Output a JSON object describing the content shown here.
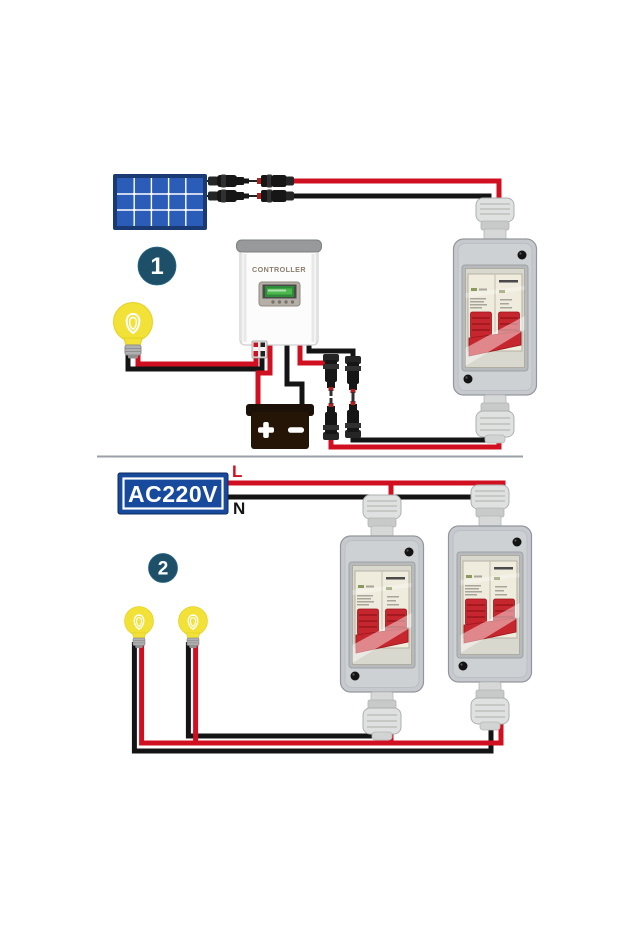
{
  "colors": {
    "wire-red": "#d01020",
    "wire-black": "#141414",
    "panel-blue": "#2a5cb8",
    "panel-frame": "#1a3a74",
    "badge": "#1d5068",
    "badge-text": "#ffffff",
    "ac-box": "#17499c",
    "ac-box-text": "#ffffff",
    "bulb": "#f2e136",
    "battery": "#241507",
    "breaker-handle": "#c6262d",
    "enclosure": "#c6c9cd",
    "divider": "#9ba0a6"
  },
  "section1": {
    "badge": "1",
    "controller_label": "CONTROLLER",
    "battery_positive": "+",
    "battery_negative": "−"
  },
  "section2": {
    "badge": "2",
    "source_label": "AC220V",
    "line_label": "L",
    "neutral_label": "N"
  },
  "icons": {
    "solar-panel-icon": "blue photovoltaic grid rectangle",
    "mc4-connector-icon": "black cylindrical PV plug",
    "controller-icon": "white solar charge controller with green LCD",
    "battery-icon": "dark block with plus and minus terminals",
    "light-bulb-icon": "yellow bulb with white filament loop",
    "breaker-enclosure-icon": "gray waterproof box with red 2-pole breaker",
    "cable-gland-icon": "light gray threaded cable gland"
  }
}
